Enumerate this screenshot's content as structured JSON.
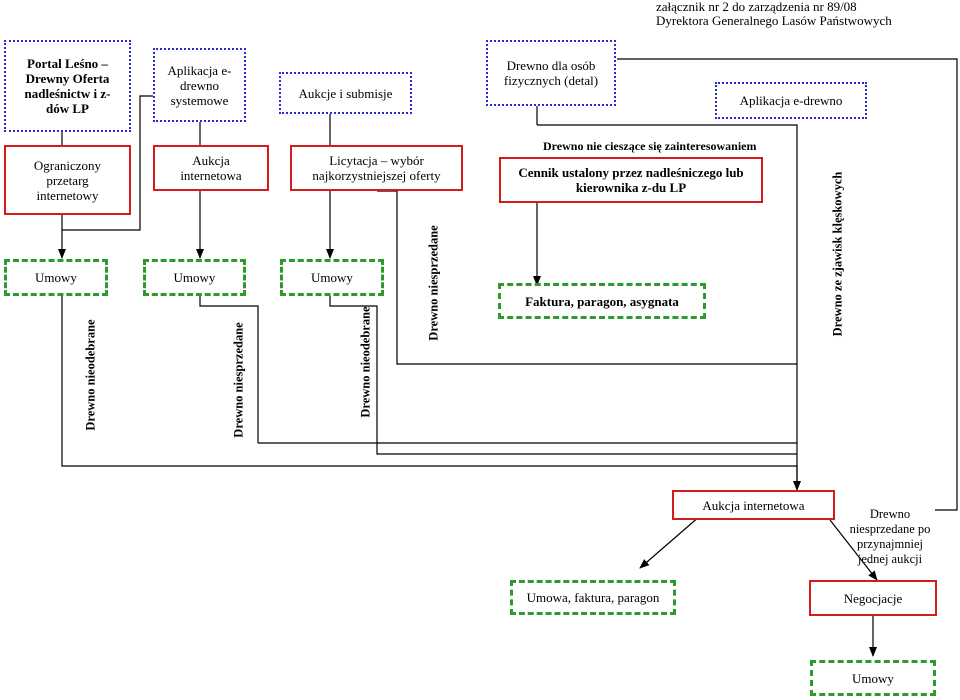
{
  "header": {
    "line1": "załącznik nr 2 do zarządzenia nr 89/08",
    "line2": "Dyrektora Generalnego Lasów Państwowych"
  },
  "sources": {
    "portal": "Portal Leśno – Drewny Oferta nadleśnictw i z-dów LP",
    "app_system": "Aplikacja e-drewno systemowe",
    "auctions": "Aukcje i submisje",
    "retail": "Drewno dla osób fizycznych (detal)",
    "app_edrewno": "Aplikacja e-drewno"
  },
  "methods": {
    "limited_tender": "Ograniczony przetarg internetowy",
    "online_auction": "Aukcja internetowa",
    "bidding": "Licytacja – wybór najkorzystniejszej oferty",
    "price_list": "Cennik ustalony przez nadleśniczego lub kierownika z-du LP"
  },
  "contracts": {
    "c1": "Umowy",
    "c2": "Umowy",
    "c3": "Umowy",
    "invoice": "Faktura, paragon, asygnata"
  },
  "labels": {
    "uninterested": "Drewno nie cieszące się zainteresowaniem",
    "not_collected_1": "Drewno nieodebrane",
    "unsold_1": "Drewno niesprzedane",
    "not_collected_2": "Drewno nieodebrane",
    "unsold_2": "Drewno niesprzedane",
    "disaster_wood": "Drewno ze zjawisk klęskowych"
  },
  "final": {
    "auction": "Aukcja internetowa",
    "unsold_after": "Drewno niesprzedane po przynajmniej jednej aukcji",
    "contract_invoice": "Umowa, faktura, paragon",
    "negotiations": "Negocjacje",
    "contracts": "Umowy"
  }
}
